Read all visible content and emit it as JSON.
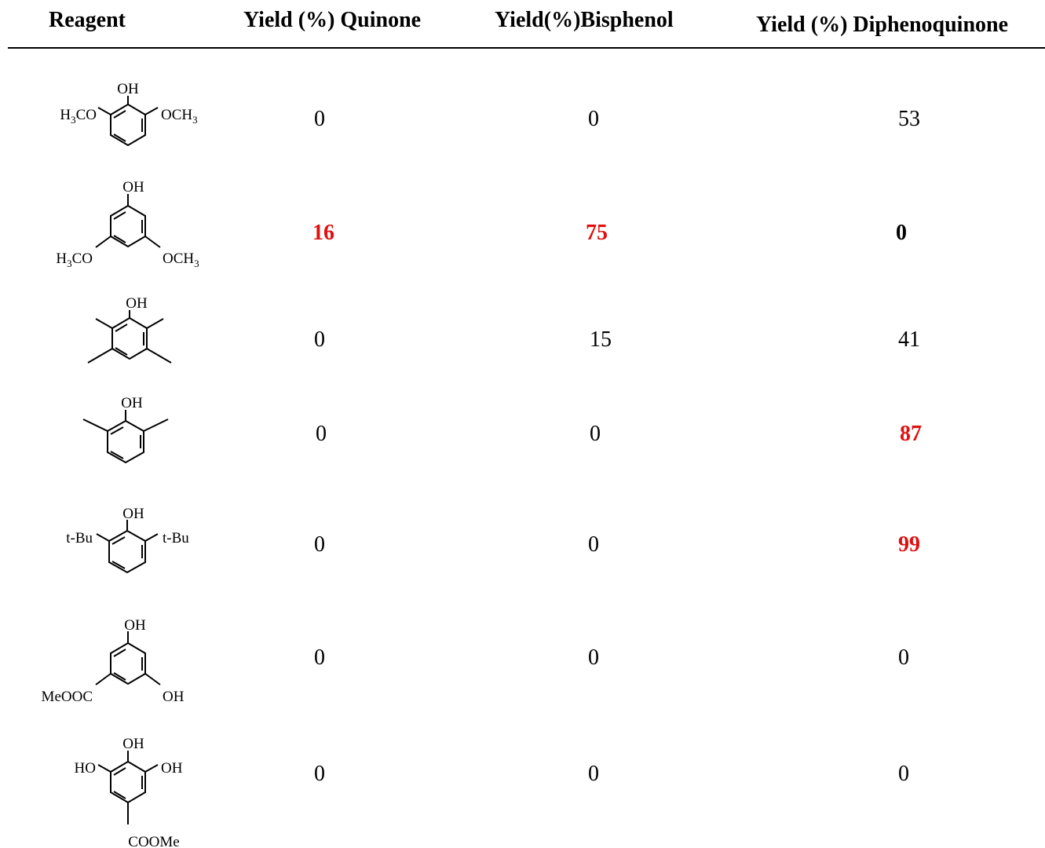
{
  "colors": {
    "highlight": "#e01010",
    "text": "#000000"
  },
  "table": {
    "headers": [
      "Reagent",
      "Yield (%) Quinone",
      "Yield(%)Bisphenol",
      "Yield (%) Diphenoquinone"
    ],
    "rows": [
      {
        "reagent_labels": [
          "OH",
          "H3CO",
          "OCH3"
        ],
        "values": [
          "0",
          "0",
          "53"
        ],
        "highlight": [
          false,
          false,
          false
        ],
        "bold": [
          false,
          false,
          false
        ]
      },
      {
        "reagent_labels": [
          "OH",
          "H3CO",
          "OCH3"
        ],
        "values": [
          "16",
          "75",
          "0"
        ],
        "highlight": [
          true,
          true,
          false
        ],
        "bold": [
          true,
          true,
          true
        ]
      },
      {
        "reagent_labels": [
          "OH"
        ],
        "values": [
          "0",
          "15",
          "41"
        ],
        "highlight": [
          false,
          false,
          false
        ],
        "bold": [
          false,
          false,
          false
        ]
      },
      {
        "reagent_labels": [
          "OH"
        ],
        "values": [
          "0",
          "0",
          "87"
        ],
        "highlight": [
          false,
          false,
          true
        ],
        "bold": [
          false,
          false,
          true
        ]
      },
      {
        "reagent_labels": [
          "OH",
          "t-Bu",
          "t-Bu"
        ],
        "values": [
          "0",
          "0",
          "99"
        ],
        "highlight": [
          false,
          false,
          true
        ],
        "bold": [
          false,
          false,
          true
        ]
      },
      {
        "reagent_labels": [
          "OH",
          "MeOOC",
          "OH"
        ],
        "values": [
          "0",
          "0",
          "0"
        ],
        "highlight": [
          false,
          false,
          false
        ],
        "bold": [
          false,
          false,
          false
        ]
      },
      {
        "reagent_labels": [
          "OH",
          "HO",
          "OH",
          "COOMe"
        ],
        "values": [
          "0",
          "0",
          "0"
        ],
        "highlight": [
          false,
          false,
          false
        ],
        "bold": [
          false,
          false,
          false
        ]
      }
    ]
  }
}
